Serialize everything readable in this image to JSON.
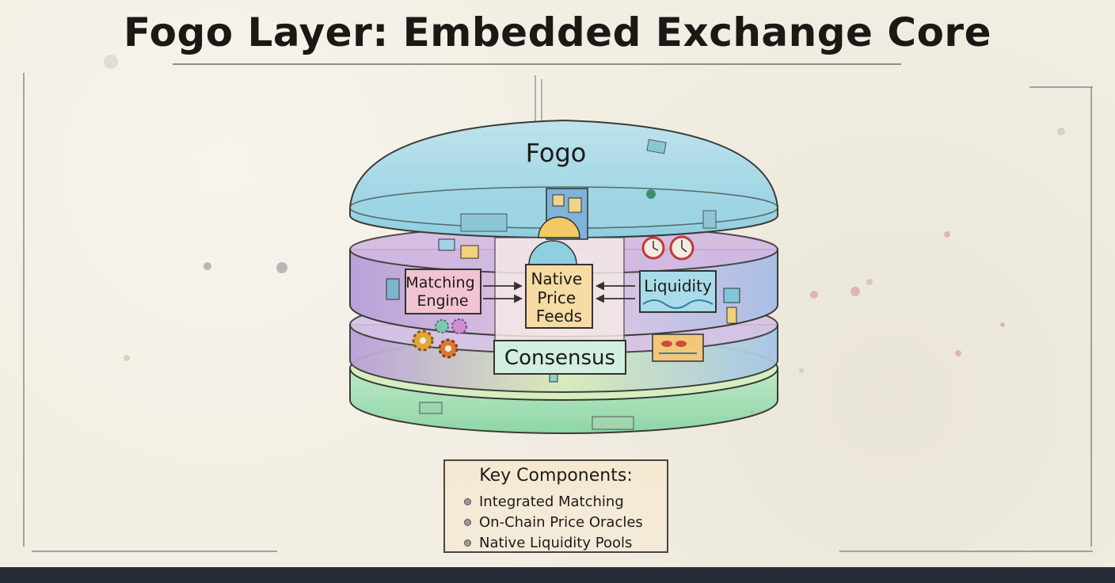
{
  "title": "Fogo Layer: Embedded Exchange Core",
  "diagram": {
    "dome_label": "Fogo",
    "center_label_lines": [
      "Native",
      "Price",
      "Feeds"
    ],
    "left_label_lines": [
      "Matching",
      "Engine"
    ],
    "right_label": "Liquidity",
    "base_label": "Consensus"
  },
  "legend": {
    "title": "Key Components:",
    "items": [
      "Integrated Matching",
      "On-Chain Price Oracles",
      "Native Liquidity Pools"
    ]
  },
  "colors": {
    "dome": "#a9d9e6",
    "purple_band": "#c9a9dc",
    "green_base": "#a8e0b5",
    "center_box": "#f5d9a3",
    "left_box": "#f2c6d4",
    "right_box": "#a7dbe6",
    "consensus_box": "#cdeede"
  }
}
